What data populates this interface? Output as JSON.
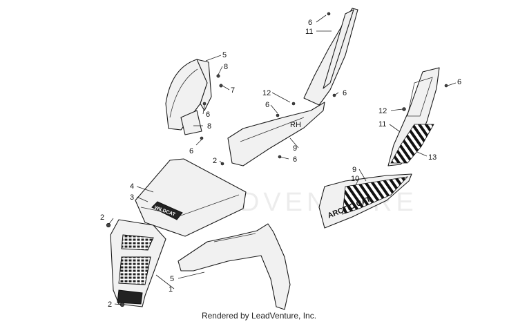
{
  "watermark": "LEADVENTURE",
  "footer": "Rendered by LeadVenture, Inc.",
  "callouts": {
    "c_6a": "6",
    "c_11a": "11",
    "c_5a": "5",
    "c_8a": "8",
    "c_7": "7",
    "c_12a": "12",
    "c_6b": "6",
    "c_6c": "6",
    "c_6d": "6",
    "c_8b": "8",
    "c_6e": "6",
    "c_9a": "9",
    "c_2a": "2",
    "c_6f": "6",
    "c_6g": "6",
    "c_12b": "12",
    "c_11b": "11",
    "c_13": "13",
    "c_9b": "9",
    "c_10": "10",
    "c_4": "4",
    "c_3": "3",
    "c_2b": "2",
    "c_5b": "5",
    "c_1": "1",
    "c_2c": "2"
  },
  "decals": {
    "hood": "WILDCAT",
    "side": "ARCTIC CAT",
    "panel": "RH"
  }
}
